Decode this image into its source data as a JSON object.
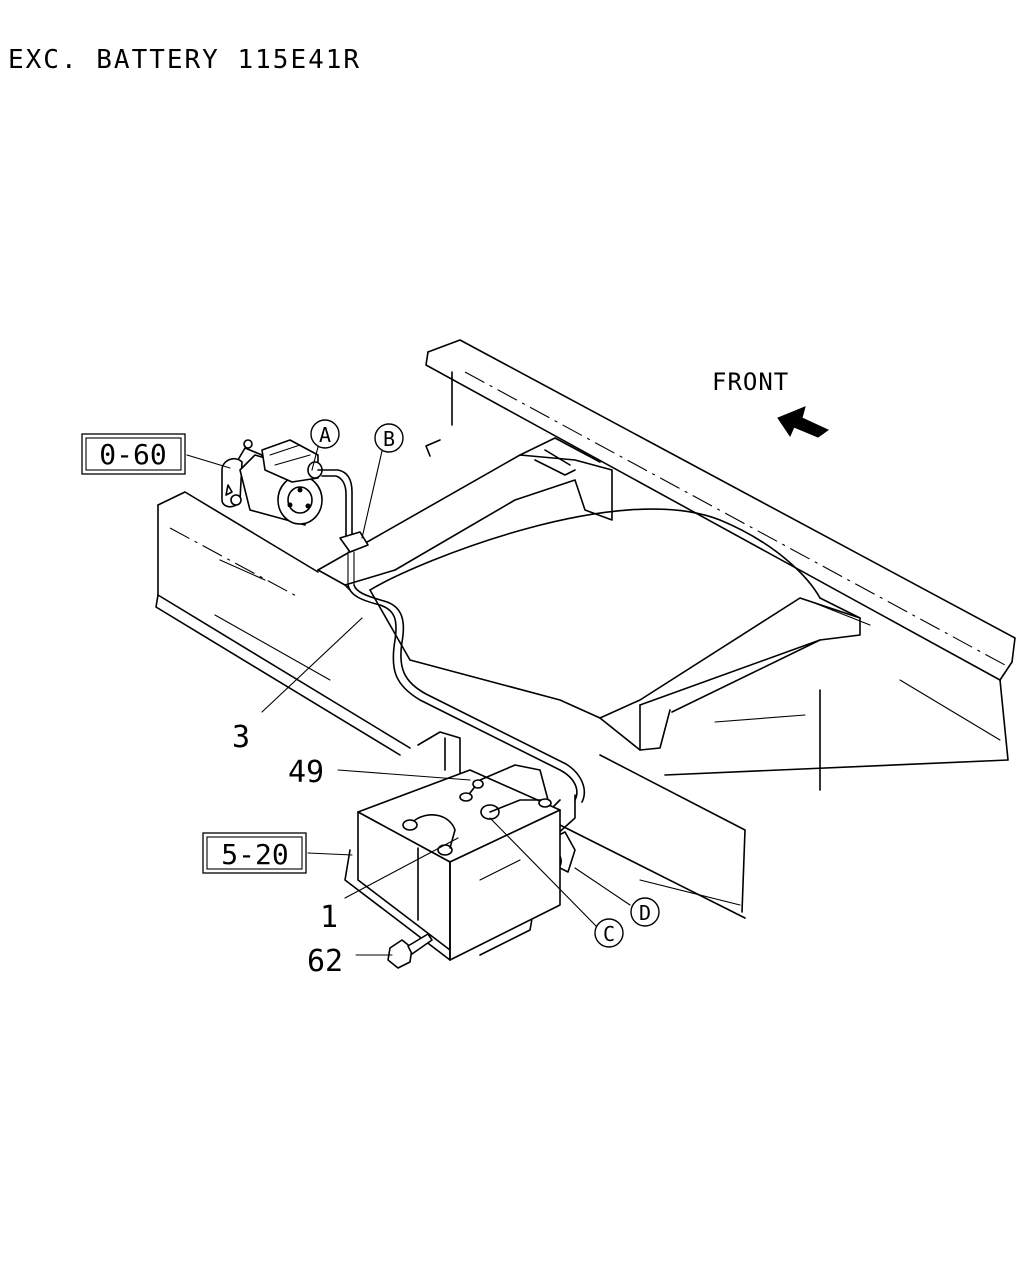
{
  "title": "EXC. BATTERY 115E41R",
  "direction_label": "FRONT",
  "direction_icon": "front-arrow-icon",
  "reference_boxes": [
    {
      "id": "ref-box-0-60",
      "text": "0-60"
    },
    {
      "id": "ref-box-5-20",
      "text": "5-20"
    }
  ],
  "callouts": [
    {
      "id": "callout-a",
      "text": "A"
    },
    {
      "id": "callout-b",
      "text": "B"
    },
    {
      "id": "callout-c",
      "text": "C"
    },
    {
      "id": "callout-d",
      "text": "D"
    }
  ],
  "part_numbers": [
    {
      "id": "part-3",
      "text": "3"
    },
    {
      "id": "part-49",
      "text": "49"
    },
    {
      "id": "part-1",
      "text": "1"
    },
    {
      "id": "part-62",
      "text": "62"
    }
  ]
}
